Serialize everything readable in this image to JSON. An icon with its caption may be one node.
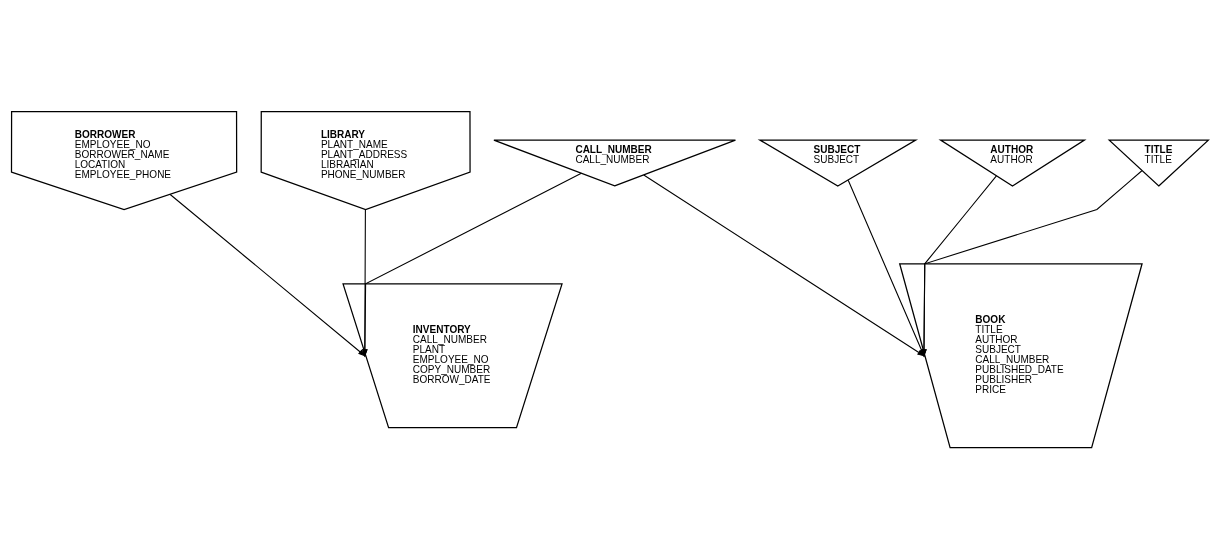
{
  "diagram": {
    "nodes": [
      {
        "text": [
          "BORROWER",
          "EMPLOYEE_NO",
          "BORROWER_NAME",
          "LOCATION",
          "EMPLOYEE_PHONE"
        ]
      },
      {
        "text": [
          "LIBRARY",
          "PLANT_NAME",
          "PLANT_ADDRESS",
          "LIBRARIAN",
          "PHONE_NUMBER"
        ]
      },
      {
        "text": [
          "CALL_NUMBER",
          "CALL_NUMBER"
        ]
      },
      {
        "text": [
          "SUBJECT",
          "SUBJECT"
        ]
      },
      {
        "text": [
          "AUTHOR",
          "AUTHOR"
        ]
      },
      {
        "text": [
          "TITLE",
          "TITLE"
        ]
      },
      {
        "text": [
          "INVENTORY",
          "CALL_NUMBER",
          "PLANT",
          "EMPLOYEE_NO",
          "COPY_NUMBER",
          "BORROW_DATE"
        ]
      },
      {
        "text": [
          "BOOK",
          "TITLE",
          "AUTHOR",
          "SUBJECT",
          "CALL_NUMBER",
          "PUBLISHED_DATE",
          "PUBLISHER",
          "PRICE"
        ]
      }
    ],
    "edges": [
      {
        "from": 0,
        "to": 6,
        "arrow": "to"
      },
      {
        "from": 1,
        "to": 6,
        "arrow": "to"
      },
      {
        "from": 2,
        "to": 6,
        "arrow": "to"
      },
      {
        "from": 2,
        "to": 7,
        "arrow": "to"
      },
      {
        "from": 3,
        "to": 7,
        "arrow": "to"
      },
      {
        "from": 4,
        "to": 7,
        "arrow": "to"
      },
      {
        "from": 5,
        "to": 7,
        "arrow": "to"
      }
    ]
  }
}
